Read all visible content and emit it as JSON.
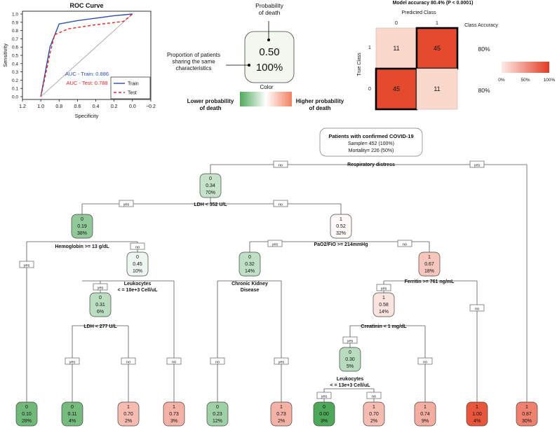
{
  "roc": {
    "title": "ROC Curve",
    "xlabel": "Specificity",
    "ylabel": "Sensitivity",
    "x_ticks": [
      "1.2",
      "1.0",
      "0.8",
      "0.6",
      "0.4",
      "0.2",
      "0.0",
      "−0.2"
    ],
    "y_ticks": [
      "0.0",
      "0.1",
      "0.2",
      "0.3",
      "0.4",
      "0.5",
      "0.6",
      "0.7",
      "0.8",
      "0.9",
      "1.0"
    ],
    "auc_train": "AUC - Train: 0.886",
    "auc_test": "AUC - Test: 0.788",
    "legend": [
      "Train",
      "Test"
    ],
    "colors": {
      "train": "#2b4fa8",
      "test": "#e8231f",
      "diag": "#9a9a9a"
    }
  },
  "chart_data": {
    "type": "line",
    "title": "ROC Curve",
    "xlabel": "Specificity",
    "ylabel": "Sensitivity",
    "xlim": [
      1.2,
      -0.2
    ],
    "ylim": [
      0,
      1
    ],
    "series": [
      {
        "name": "Train",
        "x": [
          1.0,
          0.9,
          0.8,
          0.6,
          0.4,
          0.2,
          0.0
        ],
        "y": [
          0.0,
          0.6,
          0.88,
          0.92,
          0.95,
          0.98,
          1.0
        ]
      },
      {
        "name": "Test",
        "x": [
          1.0,
          0.97,
          0.9,
          0.85,
          0.7,
          0.4,
          0.1,
          0.0
        ],
        "y": [
          0.0,
          0.15,
          0.52,
          0.75,
          0.82,
          0.87,
          0.91,
          1.0
        ]
      }
    ]
  },
  "key": {
    "prob_label": "Probability\nof death",
    "prop_label": "Proportion of patients\nsharing the same\ncharacteristics",
    "value_prob": "0.50",
    "value_pct": "100%",
    "color_label": "Color",
    "lower": "Lower probability\nof death",
    "higher": "Higher probability\nof death"
  },
  "confusion": {
    "title": "Model accuracy 80.4% (P < 0.0001)",
    "predicted": "Predicted Class",
    "true_class": "True Class",
    "class_accuracy": "Class Accuracy",
    "pred_ticks": [
      "0",
      "1"
    ],
    "true_ticks": [
      "1",
      "0"
    ],
    "cells": [
      [
        "11",
        "45"
      ],
      [
        "45",
        "11"
      ]
    ],
    "row_acc": [
      "80%",
      "80%"
    ],
    "scale_ticks": [
      "0%",
      "50%",
      "100%"
    ]
  },
  "tree": {
    "root_title": "Patients with confirmed COVID-19",
    "root_sample": "Sample= 452 (100%)",
    "root_mortality": "Mortality= 226 (50%)",
    "edge_labels": {
      "yes": "yes",
      "no": "no"
    },
    "splits": {
      "resp": "Respiratory distress",
      "ldh352": "LDH < 352 U/L",
      "hgb": "Hemoglobin >= 13 g/dL",
      "pao2": "PaO2/FiO >= 214mmHg",
      "leuk10": "Leukocytes\n< = 10e+3 Cell/uL",
      "ckd": "Chronic Kidney\nDisease",
      "ferr": "Ferritin >= 761 ng/mL",
      "ldh277": "LDH < 277 U/L",
      "creat": "Creatinin < 1 mg/dL",
      "leuk13": "Leukocytes\n< = 13e+3 Cell/uL"
    },
    "internal": [
      {
        "id": "n_ldh352",
        "cls": "0",
        "p": "0.34",
        "pct": "70%",
        "prob": 0.34
      },
      {
        "id": "n_hgb",
        "cls": "0",
        "p": "0.19",
        "pct": "38%",
        "prob": 0.19
      },
      {
        "id": "n_pao2",
        "cls": "1",
        "p": "0.52",
        "pct": "32%",
        "prob": 0.52
      },
      {
        "id": "n_leuk10",
        "cls": "0",
        "p": "0.45",
        "pct": "10%",
        "prob": 0.45
      },
      {
        "id": "n_ckd",
        "cls": "0",
        "p": "0.32",
        "pct": "14%",
        "prob": 0.32
      },
      {
        "id": "n_ferr",
        "cls": "1",
        "p": "0.67",
        "pct": "18%",
        "prob": 0.67
      },
      {
        "id": "n_ldh277",
        "cls": "0",
        "p": "0.31",
        "pct": "6%",
        "prob": 0.31
      },
      {
        "id": "n_creat",
        "cls": "1",
        "p": "0.58",
        "pct": "14%",
        "prob": 0.58
      },
      {
        "id": "n_leuk13",
        "cls": "0",
        "p": "0.30",
        "pct": "5%",
        "prob": 0.3
      }
    ],
    "leaves": [
      {
        "cls": "0",
        "p": "0.10",
        "pct": "28%",
        "prob": 0.1
      },
      {
        "cls": "0",
        "p": "0.11",
        "pct": "4%",
        "prob": 0.11
      },
      {
        "cls": "1",
        "p": "0.70",
        "pct": "2%",
        "prob": 0.7
      },
      {
        "cls": "1",
        "p": "0.73",
        "pct": "3%",
        "prob": 0.73
      },
      {
        "cls": "0",
        "p": "0.23",
        "pct": "12%",
        "prob": 0.23
      },
      {
        "cls": "1",
        "p": "0.73",
        "pct": "2%",
        "prob": 0.73
      },
      {
        "cls": "0",
        "p": "0.00",
        "pct": "3%",
        "prob": 0.0
      },
      {
        "cls": "1",
        "p": "0.70",
        "pct": "2%",
        "prob": 0.7
      },
      {
        "cls": "1",
        "p": "0.74",
        "pct": "9%",
        "prob": 0.74
      },
      {
        "cls": "1",
        "p": "1.00",
        "pct": "4%",
        "prob": 1.0
      },
      {
        "cls": "1",
        "p": "0.87",
        "pct": "30%",
        "prob": 0.87
      }
    ]
  }
}
